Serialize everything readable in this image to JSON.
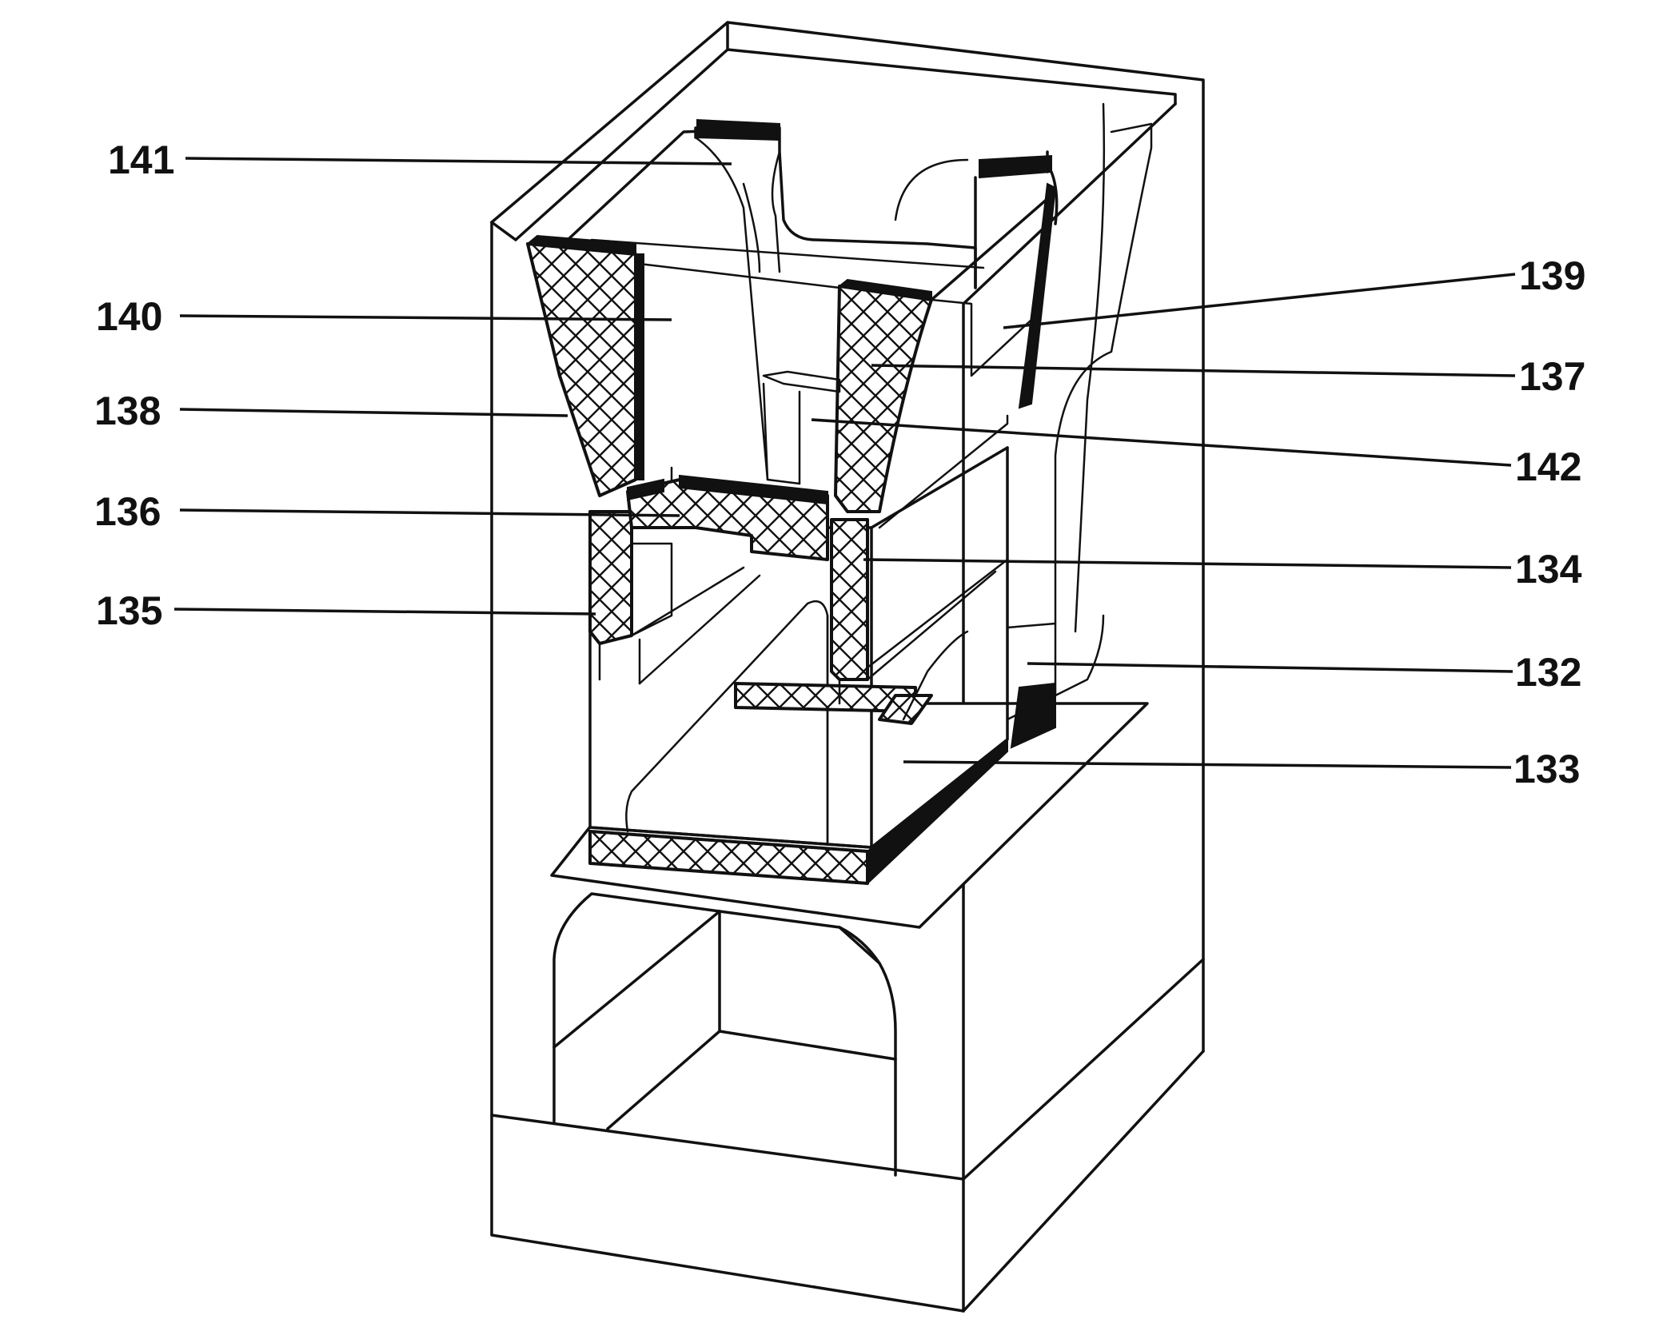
{
  "labels": {
    "l141": "141",
    "l140": "140",
    "l138": "138",
    "l136": "136",
    "l135": "135",
    "l139": "139",
    "l137": "137",
    "l142": "142",
    "l134": "134",
    "l132": "132",
    "l133": "133"
  },
  "colors": {
    "ink": "#111111",
    "paper": "#ffffff"
  }
}
